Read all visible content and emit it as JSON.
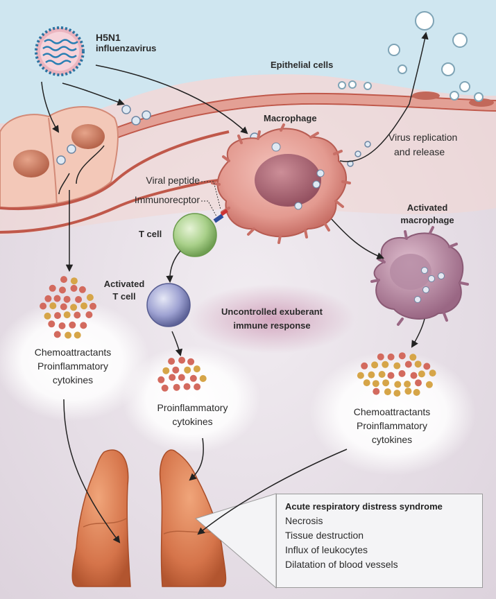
{
  "virus": {
    "name": "H5N1",
    "type": "influenzavirus"
  },
  "labels": {
    "epithelial_cells": "Epithelial cells",
    "macrophage": "Macrophage",
    "virus_replication": [
      "Virus replication",
      "and release"
    ],
    "viral_peptide": "Viral peptide",
    "immunoreceptor": "Immunorecptor",
    "t_cell": "T cell",
    "activated_t_cell": [
      "Activated",
      "T cell"
    ],
    "activated_macrophage": [
      "Activated",
      "macrophage"
    ],
    "uncontrolled_response": [
      "Uncontrolled exuberant",
      "immune response"
    ]
  },
  "cytokine_groups": {
    "left": [
      "Chemoattractants",
      "Proinflammatory",
      "cytokines"
    ],
    "middle": [
      "Proinflammatory",
      "cytokines"
    ],
    "right": [
      "Chemoattractants",
      "Proinflammatory",
      "cytokines"
    ]
  },
  "ards": {
    "title": "Acute respiratory distress syndrome",
    "items": [
      "Necrosis",
      "Tissue destruction",
      "Influx of leukocytes",
      "Dilatation of blood vessels"
    ]
  },
  "colors": {
    "background": "#e9e2e9",
    "tissue": "#f3cfc4",
    "epithelium": "#e9a99a",
    "membrane": "#c0584a",
    "macrophage": "#d98d86",
    "t_cell": "#9bc77b",
    "activated_t_cell": "#8e92c8",
    "activated_macrophage": "#b07c9a",
    "lung": "#d87a4e",
    "cytokine_red": "#d36a5e",
    "cytokine_yellow": "#d6a548"
  }
}
